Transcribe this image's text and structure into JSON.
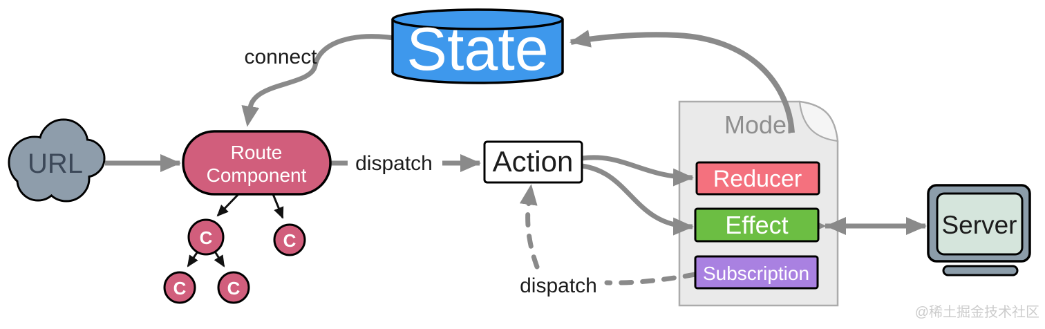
{
  "diagram": {
    "nodes": {
      "state": "State",
      "url": "URL",
      "route_component": {
        "line1": "Route",
        "line2": "Component"
      },
      "action": "Action",
      "model": "Model",
      "reducer": "Reducer",
      "effect": "Effect",
      "subscription": "Subscription",
      "server": "Server"
    },
    "labels": {
      "connect": "connect",
      "dispatch_route": "dispatch",
      "dispatch_subscription": "dispatch"
    },
    "tree": {
      "letter": "C"
    },
    "watermark": "@稀土掘金技术社区",
    "colors": {
      "state_blue": "#3E98EC",
      "cloud_gray": "#8E9DAB",
      "route_pink": "#D15E7C",
      "reducer_pink": "#F4717E",
      "effect_green": "#6CBE43",
      "subscription_purple": "#A981E1",
      "model_gray": "#EAEAEA",
      "model_flap": "#F5F5F5",
      "server_frame": "#8C9DAA",
      "server_screen": "#D5E5DC",
      "arrow_gray": "#8A8A8A"
    }
  }
}
